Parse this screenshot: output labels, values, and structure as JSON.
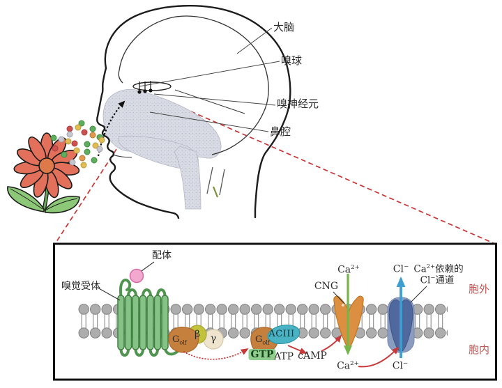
{
  "figure": {
    "head": {
      "labels": {
        "brain": "大脑",
        "olfactory_bulb": "嗅球",
        "olfactory_neuron": "嗅神经元",
        "nasal_cavity": "鼻腔"
      }
    },
    "inset": {
      "ligand": "配体",
      "receptor": "嗅觉受体",
      "g_protein": {
        "base": "G",
        "sub": "olf"
      },
      "beta": "β",
      "gamma": "γ",
      "aciii": "ACIII",
      "gtp": "GTP",
      "atp": "ATP",
      "camp": "cAMP",
      "cng": "CNG",
      "ions": {
        "ca": {
          "base": "Ca",
          "sup": "2+"
        },
        "cl": {
          "base": "Cl",
          "sup": "−"
        }
      },
      "cl_channel_name": {
        "line1_base": "Ca",
        "line1_sup": "2+",
        "line1_rest": "依赖的",
        "line2_base": "Cl",
        "line2_sup": "−",
        "line2_rest": "通道"
      },
      "extracellular": "胞外",
      "intracellular": "胞内"
    },
    "colors": {
      "receptor_green": "#85c285",
      "g_protein_orange": "#c6803e",
      "beta_olive": "#c3c23d",
      "gamma_cream": "#efe4cd",
      "aciii_teal": "#49b3c3",
      "gtp_highlight": "#8fce8f",
      "cng_channel_orange": "#dd8f41",
      "cl_channel_blue": "#4f699f",
      "ligand_pink": "#f3a8cf",
      "membrane_gray": "#adadad",
      "arrow_red": "#c83a3a",
      "arrow_green": "#76b549",
      "arrow_blue": "#3d9fd1",
      "dashed_red": "#cc3333",
      "side_label_red": "#bf5654",
      "flower_petal": "#e2705b",
      "leaf_green": "#8cc878"
    }
  }
}
